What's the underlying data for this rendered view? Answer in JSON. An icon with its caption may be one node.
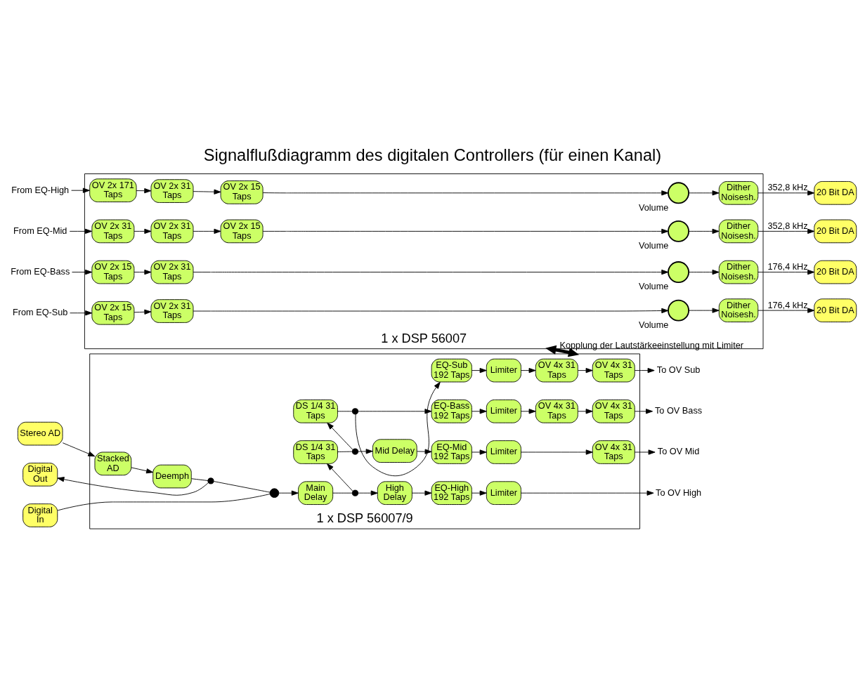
{
  "diagram": {
    "title": "Signalflußdiagramm des digitalen Controllers (für einen Kanal)",
    "nodes": [
      {
        "text": [
          "1 x DSP 56007/9"
        ]
      },
      {
        "text": [
          "Stereo AD"
        ]
      },
      {
        "text": [
          "Digital Out"
        ]
      },
      {
        "text": [
          "Digital In"
        ]
      },
      {
        "text": [
          "Stacked AD"
        ],
        "in": 0
      },
      {
        "text": [
          "Deemph"
        ],
        "in": 0
      },
      {
        "text": [],
        "shape": "circle",
        "in": 0
      },
      {
        "text": [],
        "shape": "switch",
        "in": 0
      },
      {
        "text": [
          "Main Delay"
        ],
        "in": 0
      },
      {
        "text": [],
        "shape": "circle",
        "in": 0
      },
      {
        "text": [
          "High Delay"
        ],
        "in": 0
      },
      {
        "text": [
          "EQ-High 192 Taps"
        ],
        "in": 0
      },
      {
        "text": [
          "Limiter"
        ],
        "in": 0
      },
      {
        "text": [
          "To OV High"
        ]
      },
      {
        "text": [
          "DS 1/4 31 Taps"
        ],
        "in": 0
      },
      {
        "text": [
          "Mid Delay"
        ],
        "in": 0
      },
      {
        "text": [],
        "shape": "circle",
        "in": 0
      },
      {
        "text": [
          "EQ-Mid 192 Taps"
        ],
        "in": 0
      },
      {
        "text": [
          "Limiter"
        ],
        "in": 0
      },
      {
        "text": [
          "OV 4x 31 Taps"
        ],
        "in": 0
      },
      {
        "text": [
          "To OV Mid"
        ]
      },
      {
        "text": [
          "DS 1/4 31 Taps"
        ],
        "in": 0
      },
      {
        "text": [],
        "shape": "circle",
        "in": 0
      },
      {
        "text": [
          "EQ-Bass 192 Taps"
        ],
        "in": 0
      },
      {
        "text": [
          "Limiter"
        ],
        "in": 0
      },
      {
        "text": [
          "OV 4x 31 Taps"
        ],
        "in": 0
      },
      {
        "text": [
          "OV 4x 31 Taps"
        ],
        "in": 0
      },
      {
        "text": [
          "To OV Bass"
        ]
      },
      {
        "text": [
          "EQ-Sub 192 Taps"
        ],
        "in": 0
      },
      {
        "text": [
          "Limiter"
        ],
        "in": 0
      },
      {
        "text": [
          "OV 4x 31 Taps"
        ],
        "in": 0
      },
      {
        "text": [
          "OV 4x 31 Taps"
        ],
        "in": 0
      },
      {
        "text": [
          "To OV Sub"
        ]
      },
      {
        "text": [
          "1 x DSP 56007"
        ]
      },
      {
        "text": [
          "From EQ-High"
        ]
      },
      {
        "text": [
          "OV 2x 171 Taps"
        ],
        "in": 33
      },
      {
        "text": [
          "OV 2x 31 Taps"
        ],
        "in": 33
      },
      {
        "text": [
          "OV 2x 15 Taps"
        ],
        "in": 33
      },
      {
        "text": [],
        "shape": "circle",
        "beside": [
          "Volume"
        ],
        "in": 33
      },
      {
        "text": [
          "Dither Noisesh."
        ],
        "in": 33
      },
      {
        "text": [
          "20 Bit DA"
        ]
      },
      {
        "text": [
          "From EQ-Mid"
        ]
      },
      {
        "text": [
          "OV 2x 31 Taps"
        ],
        "in": 33
      },
      {
        "text": [
          "OV 2x 31 Taps"
        ],
        "in": 33
      },
      {
        "text": [
          "OV 2x 15 Taps"
        ],
        "in": 33
      },
      {
        "text": [],
        "shape": "circle",
        "beside": [
          "Volume"
        ],
        "in": 33
      },
      {
        "text": [
          "Dither Noisesh."
        ],
        "in": 33
      },
      {
        "text": [
          "20 Bit DA"
        ]
      },
      {
        "text": [
          "From EQ-Bass"
        ]
      },
      {
        "text": [
          "OV 2x 15 Taps"
        ],
        "in": 33
      },
      {
        "text": [
          "OV 2x 31 Taps"
        ],
        "in": 33
      },
      {
        "text": [],
        "shape": "circle",
        "beside": [
          "Volume"
        ],
        "in": 33
      },
      {
        "text": [
          "Dither Noisesh."
        ],
        "in": 33
      },
      {
        "text": [
          "20 Bit DA"
        ]
      },
      {
        "text": [
          "From EQ-Sub"
        ]
      },
      {
        "text": [
          "OV 2x 15 Taps"
        ],
        "in": 33
      },
      {
        "text": [
          "OV 2x 31 Taps"
        ],
        "in": 33
      },
      {
        "text": [],
        "shape": "circle",
        "beside": [
          "Volume"
        ],
        "in": 33
      },
      {
        "text": [
          "Dither Noisesh."
        ],
        "in": 33
      },
      {
        "text": [
          "20 Bit DA"
        ]
      }
    ],
    "edges": [
      {
        "from": 1,
        "to": 4,
        "arrow": "to"
      },
      {
        "from": 4,
        "to": 5,
        "arrow": "to"
      },
      {
        "from": 5,
        "to": 6,
        "arrow": "none"
      },
      {
        "from": 6,
        "to": 2,
        "arrow": "to"
      },
      {
        "from": 6,
        "to": 7,
        "arrow": "none"
      },
      {
        "from": 3,
        "to": 7,
        "arrow": "none"
      },
      {
        "from": 7,
        "to": 8,
        "arrow": "to"
      },
      {
        "from": 8,
        "to": 9,
        "arrow": "none"
      },
      {
        "from": 9,
        "to": 10,
        "arrow": "to"
      },
      {
        "from": 10,
        "to": 11,
        "arrow": "to"
      },
      {
        "from": 11,
        "to": 12,
        "arrow": "to"
      },
      {
        "from": 12,
        "to": 13,
        "arrow": "to"
      },
      {
        "from": 9,
        "to": 14,
        "arrow": "to"
      },
      {
        "from": 14,
        "to": 16,
        "arrow": "none"
      },
      {
        "from": 16,
        "to": 15,
        "arrow": "to"
      },
      {
        "from": 15,
        "to": 17,
        "arrow": "to"
      },
      {
        "from": 17,
        "to": 18,
        "arrow": "to"
      },
      {
        "from": 18,
        "to": 19,
        "arrow": "to"
      },
      {
        "from": 19,
        "to": 20,
        "arrow": "to"
      },
      {
        "from": 16,
        "to": 21,
        "arrow": "to"
      },
      {
        "from": 21,
        "to": 22,
        "arrow": "none"
      },
      {
        "from": 22,
        "to": 23,
        "arrow": "to"
      },
      {
        "from": 23,
        "to": 24,
        "arrow": "to"
      },
      {
        "from": 24,
        "to": 25,
        "arrow": "to"
      },
      {
        "from": 25,
        "to": 26,
        "arrow": "to"
      },
      {
        "from": 26,
        "to": 27,
        "arrow": "to"
      },
      {
        "from": 22,
        "to": 28,
        "arrow": "to"
      },
      {
        "from": 28,
        "to": 29,
        "arrow": "to"
      },
      {
        "from": 29,
        "to": 30,
        "arrow": "to"
      },
      {
        "from": 30,
        "to": 31,
        "arrow": "to"
      },
      {
        "from": 31,
        "to": 32,
        "arrow": "to"
      },
      {
        "from": 0,
        "to": 33,
        "arrow": "both",
        "label": "Kopplung der Lautstärkeeinstellung mit Limiter",
        "style": "thick"
      },
      {
        "from": 34,
        "to": 35,
        "arrow": "to"
      },
      {
        "from": 35,
        "to": 36,
        "arrow": "to"
      },
      {
        "from": 36,
        "to": 37,
        "arrow": "to"
      },
      {
        "from": 37,
        "to": 38,
        "arrow": "to"
      },
      {
        "from": 38,
        "to": 39,
        "arrow": "to"
      },
      {
        "from": 39,
        "to": 40,
        "arrow": "to",
        "label": "352,8 kHz"
      },
      {
        "from": 41,
        "to": 42,
        "arrow": "to"
      },
      {
        "from": 42,
        "to": 43,
        "arrow": "to"
      },
      {
        "from": 43,
        "to": 44,
        "arrow": "to"
      },
      {
        "from": 44,
        "to": 45,
        "arrow": "to"
      },
      {
        "from": 45,
        "to": 46,
        "arrow": "to"
      },
      {
        "from": 46,
        "to": 47,
        "arrow": "to",
        "label": "352,8 kHz"
      },
      {
        "from": 48,
        "to": 49,
        "arrow": "to"
      },
      {
        "from": 49,
        "to": 50,
        "arrow": "to"
      },
      {
        "from": 50,
        "to": 51,
        "arrow": "to"
      },
      {
        "from": 51,
        "to": 52,
        "arrow": "to"
      },
      {
        "from": 52,
        "to": 53,
        "arrow": "to",
        "label": "176,4 kHz"
      },
      {
        "from": 54,
        "to": 55,
        "arrow": "to"
      },
      {
        "from": 55,
        "to": 56,
        "arrow": "to"
      },
      {
        "from": 56,
        "to": 57,
        "arrow": "to"
      },
      {
        "from": 57,
        "to": 58,
        "arrow": "to"
      },
      {
        "from": 58,
        "to": 59,
        "arrow": "to",
        "label": "176,4 kHz"
      }
    ]
  }
}
